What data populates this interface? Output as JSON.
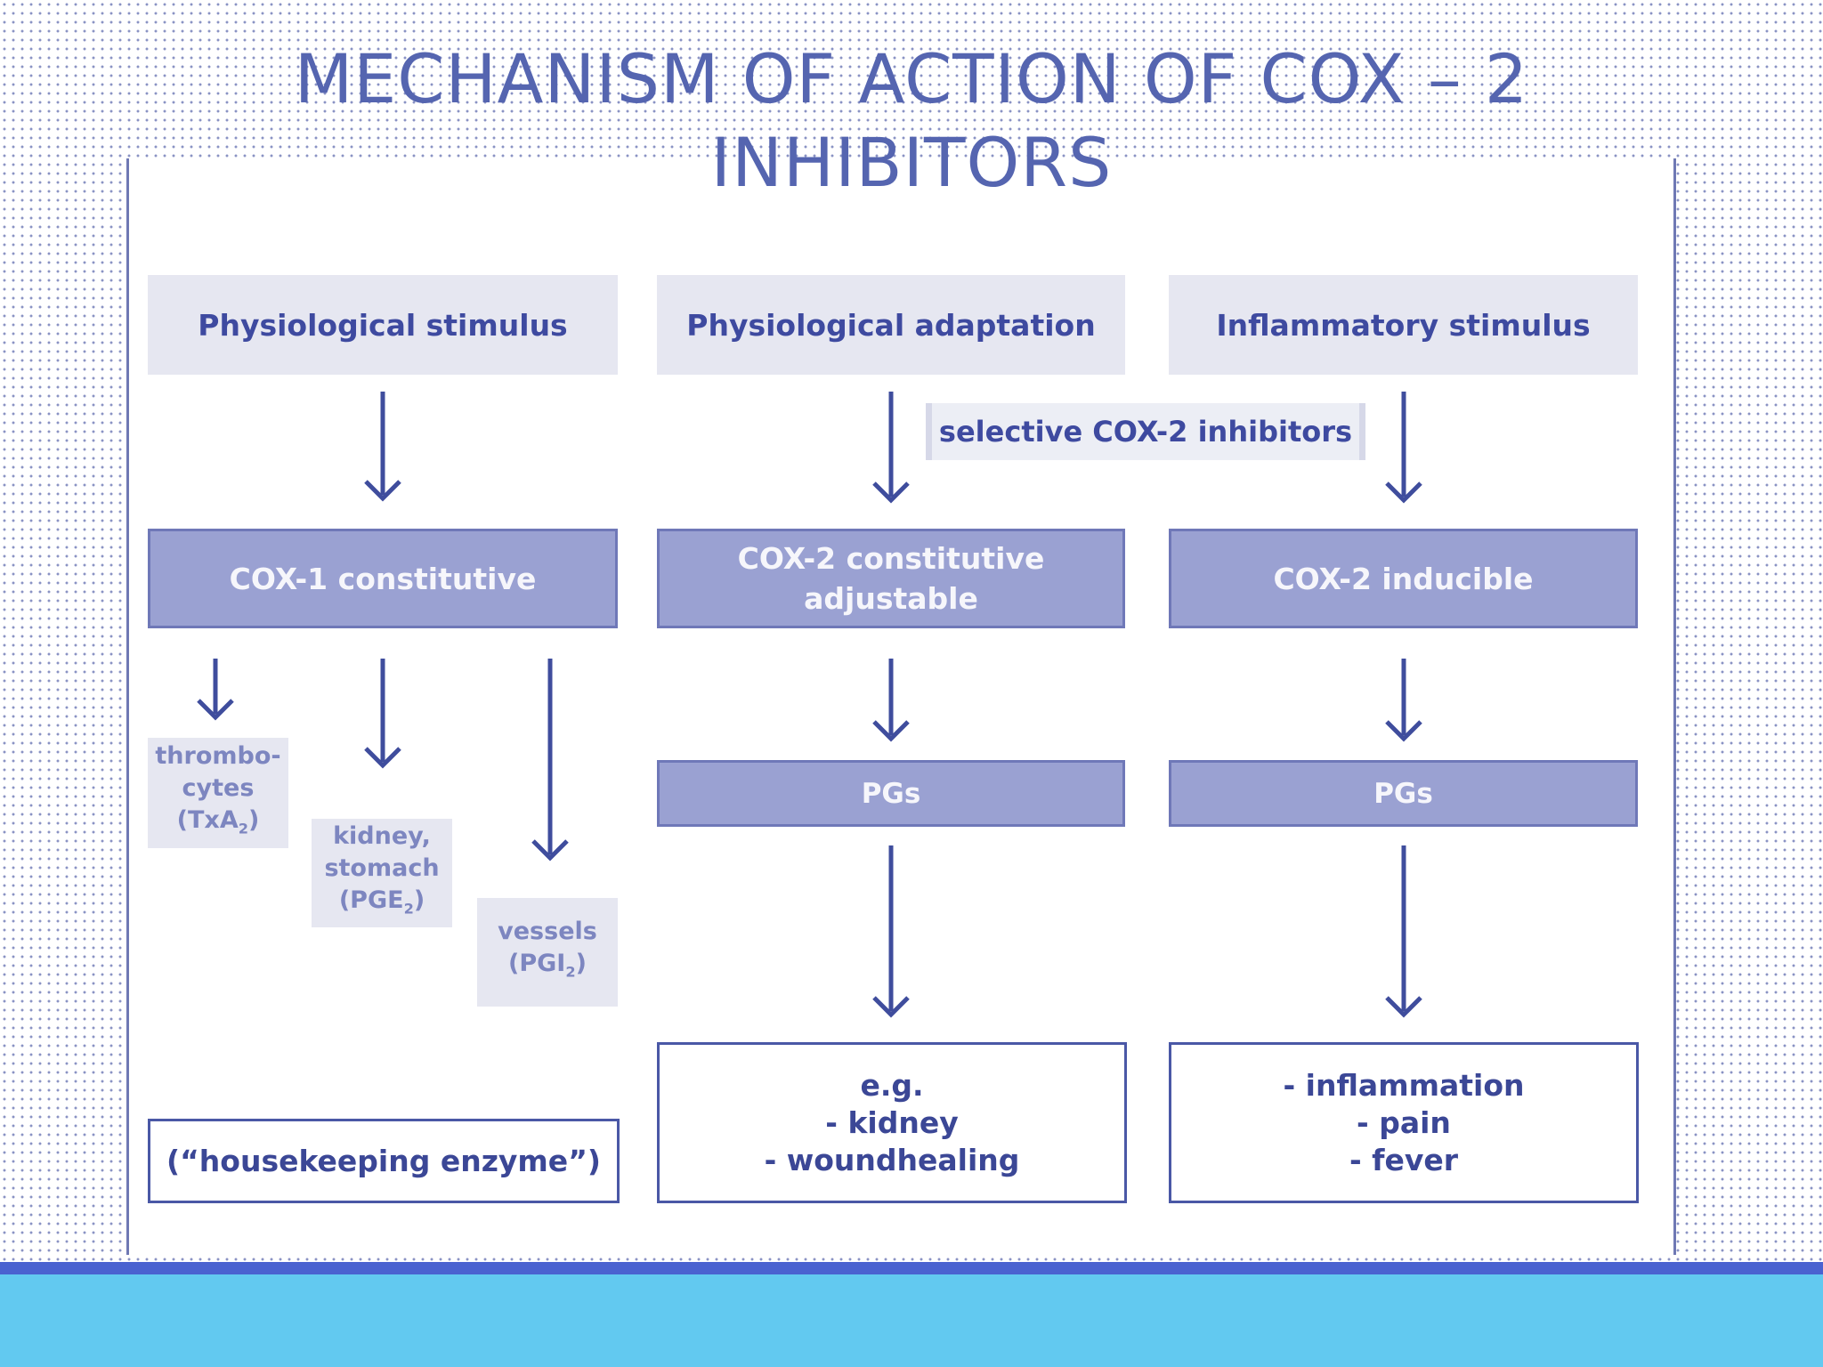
{
  "title": {
    "line1": "MECHANISM OF ACTION OF COX – 2",
    "line2": "INHIBITORS"
  },
  "diagram": {
    "headers": {
      "physiological_stimulus": "Physiological stimulus",
      "physiological_adaptation": "Physiological adaptation",
      "inflammatory_stimulus": "Inflammatory stimulus"
    },
    "inhibitor_label": "selective COX-2 inhibitors",
    "enzymes": {
      "cox1": "COX-1 constitutive",
      "cox2_const_line1": "COX-2 constitutive",
      "cox2_const_line2": "adjustable",
      "cox2_inducible": "COX-2 inducible"
    },
    "targets": {
      "thrombocytes_line1": "thrombo-",
      "thrombocytes_line2": "cytes",
      "thrombocytes_line3_pre": "(TxA",
      "thrombocytes_line3_sub": "2",
      "thrombocytes_line3_post": ")",
      "kidney_line1": "kidney,",
      "kidney_line2": "stomach",
      "kidney_line3_pre": "(PGE",
      "kidney_line3_sub": "2",
      "kidney_line3_post": ")",
      "vessels_line1": "vessels",
      "vessels_line2_pre": "(PGI",
      "vessels_line2_sub": "2",
      "vessels_line2_post": ")"
    },
    "pgs_left": "PGs",
    "pgs_right": "PGs",
    "outcomes": {
      "housekeeping": "(“housekeeping enzyme”)",
      "adaptation_line1": "e.g.",
      "adaptation_line2": "- kidney",
      "adaptation_line3": "- woundhealing",
      "inflammatory_line1": "- inflammation",
      "inflammatory_line2": "- pain",
      "inflammatory_line3": "- fever"
    },
    "colors": {
      "title": "#5565b0",
      "arrow": "#3f4d9d",
      "enzyme_fill": "#9aa1d2",
      "header_fill": "#e6e7f1",
      "footer_dark": "#4a62d0",
      "footer_light": "#62c9f0"
    }
  }
}
